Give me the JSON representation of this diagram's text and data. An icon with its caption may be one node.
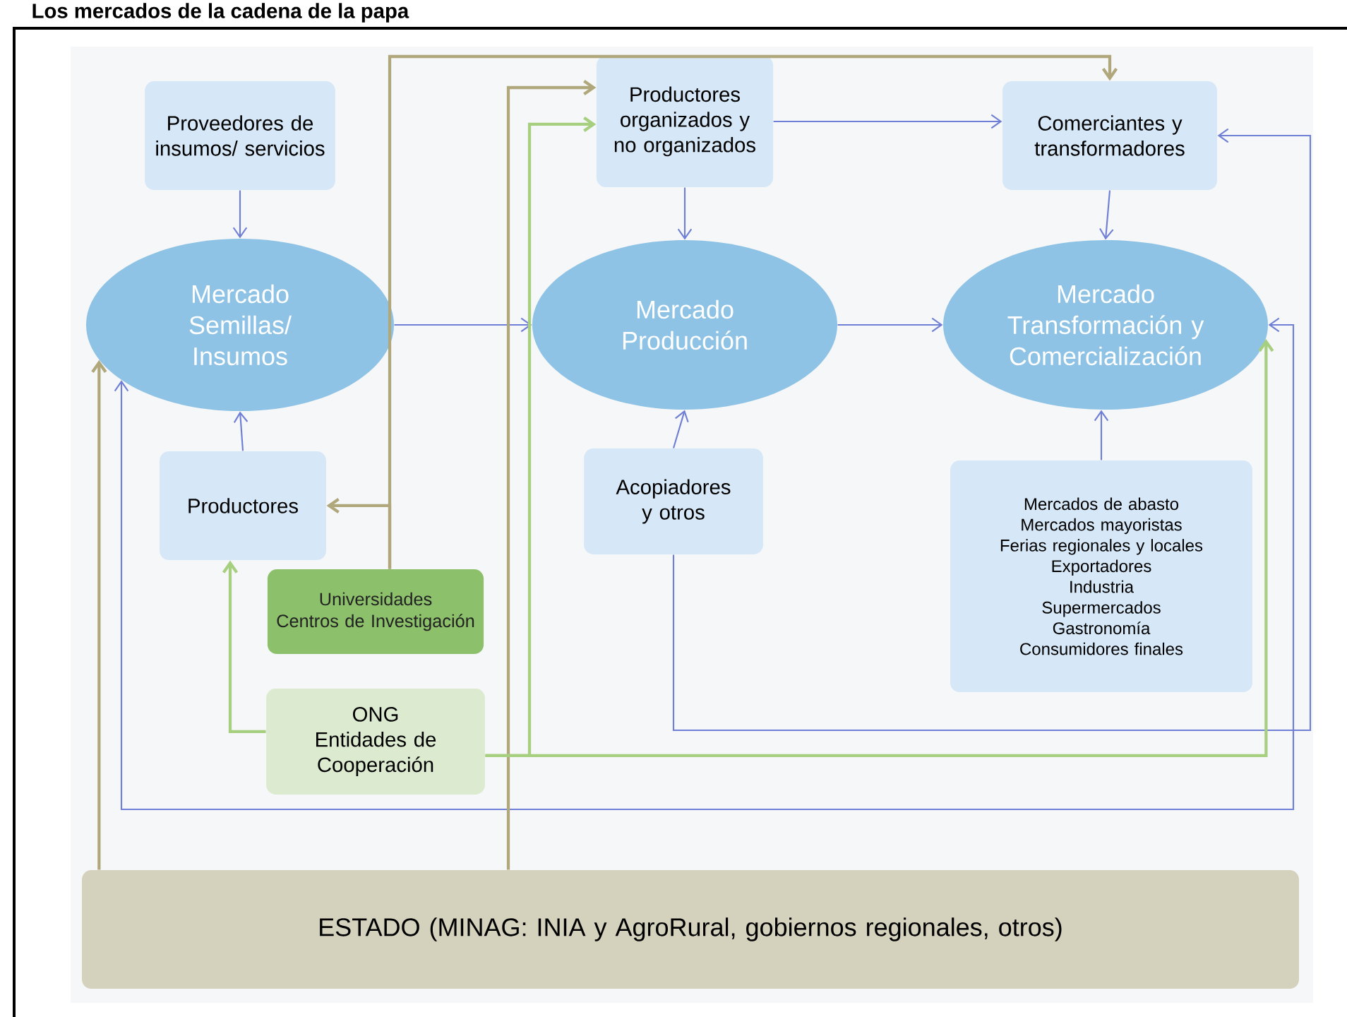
{
  "diagram": {
    "title": "Los mercados de la cadena de la papa",
    "nodes": [
      {
        "text": [
          "Proveedores de insumos/ servicios"
        ]
      },
      {
        "text": [
          "Mercado Semillas/ Insumos"
        ]
      },
      {
        "text": [
          "Productores"
        ]
      },
      {
        "text": [
          "Universidades",
          "Centros de Investigación"
        ]
      },
      {
        "text": [
          "ONG",
          "Entidades de Cooperación"
        ]
      },
      {
        "text": [
          "Productores organizados y no organizados"
        ]
      },
      {
        "text": [
          "Mercado Producción"
        ]
      },
      {
        "text": [
          "Acopiadores y otros"
        ]
      },
      {
        "text": [
          "Comerciantes y transformadores"
        ]
      },
      {
        "text": [
          "Mercado Transformación y Comercialización"
        ]
      },
      {
        "text": [
          "Mercados de abasto",
          "Mercados mayoristas",
          "Ferias regionales y locales",
          "Exportadores",
          "Industria",
          "Supermercados",
          "Gastronomía",
          "Consumidores finales"
        ]
      },
      {
        "text": [
          "ESTADO (MINAG: INIA y AgroRural, gobiernos regionales, otros)"
        ]
      }
    ],
    "edges": [
      {
        "from": 0,
        "to": 1,
        "arrow": "to"
      },
      {
        "from": 2,
        "to": 1,
        "arrow": "to"
      },
      {
        "from": 1,
        "to": 6,
        "arrow": "to"
      },
      {
        "from": 5,
        "to": 6,
        "arrow": "to"
      },
      {
        "from": 5,
        "to": 8,
        "arrow": "to"
      },
      {
        "from": 7,
        "to": 6,
        "arrow": "to"
      },
      {
        "from": 6,
        "to": 9,
        "arrow": "to"
      },
      {
        "from": 8,
        "to": 9,
        "arrow": "to"
      },
      {
        "from": 10,
        "to": 9,
        "arrow": "to"
      },
      {
        "from": 7,
        "to": 8,
        "arrow": "to"
      },
      {
        "from": 1,
        "to": 9,
        "arrow": "both"
      },
      {
        "from": 11,
        "to": 1,
        "arrow": "to",
        "color": "#b0a87c"
      },
      {
        "from": 11,
        "to": 5,
        "arrow": "to",
        "color": "#b0a87c"
      },
      {
        "from": 3,
        "to": 2,
        "arrow": "to",
        "color": "#b0a87c"
      },
      {
        "from": 3,
        "to": 8,
        "arrow": "to",
        "color": "#b0a87c"
      },
      {
        "from": 4,
        "to": 2,
        "arrow": "to",
        "color": "#a6cf7f"
      },
      {
        "from": 4,
        "to": 5,
        "arrow": "to",
        "color": "#a6cf7f"
      },
      {
        "from": 4,
        "to": 9,
        "arrow": "to",
        "color": "#a6cf7f"
      }
    ]
  }
}
